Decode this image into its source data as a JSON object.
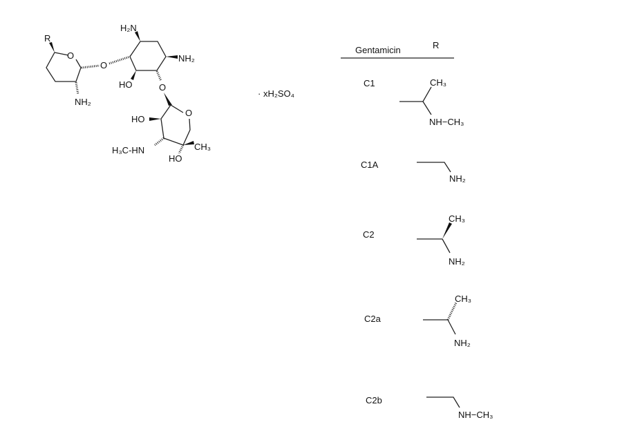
{
  "structure": {
    "r_label": "R",
    "ring_o_left": "O",
    "nh2_left": "NH₂",
    "glyco_o1": "O",
    "h2n_top": "H₂N",
    "nh2_right": "NH₂",
    "ho_center": "HO",
    "glyco_o2": "O",
    "ring_o_lower": "O",
    "ho_lower": "HO",
    "methylamino": "H₃C-HN",
    "ch3_lower": "CH₃",
    "ho_bottom": "HO",
    "salt": "· xH₂SO₄"
  },
  "table": {
    "header_name": "Gentamicin",
    "header_r": "R",
    "rows": [
      {
        "name": "C1",
        "labels": [
          "CH₃",
          "NH−CH₃"
        ]
      },
      {
        "name": "C1A",
        "labels": [
          "NH₂"
        ]
      },
      {
        "name": "C2",
        "labels": [
          "CH₃",
          "NH₂"
        ]
      },
      {
        "name": "C2a",
        "labels": [
          "CH₃",
          "NH₂"
        ]
      },
      {
        "name": "C2b",
        "labels": [
          "NH−CH₃"
        ]
      }
    ]
  }
}
